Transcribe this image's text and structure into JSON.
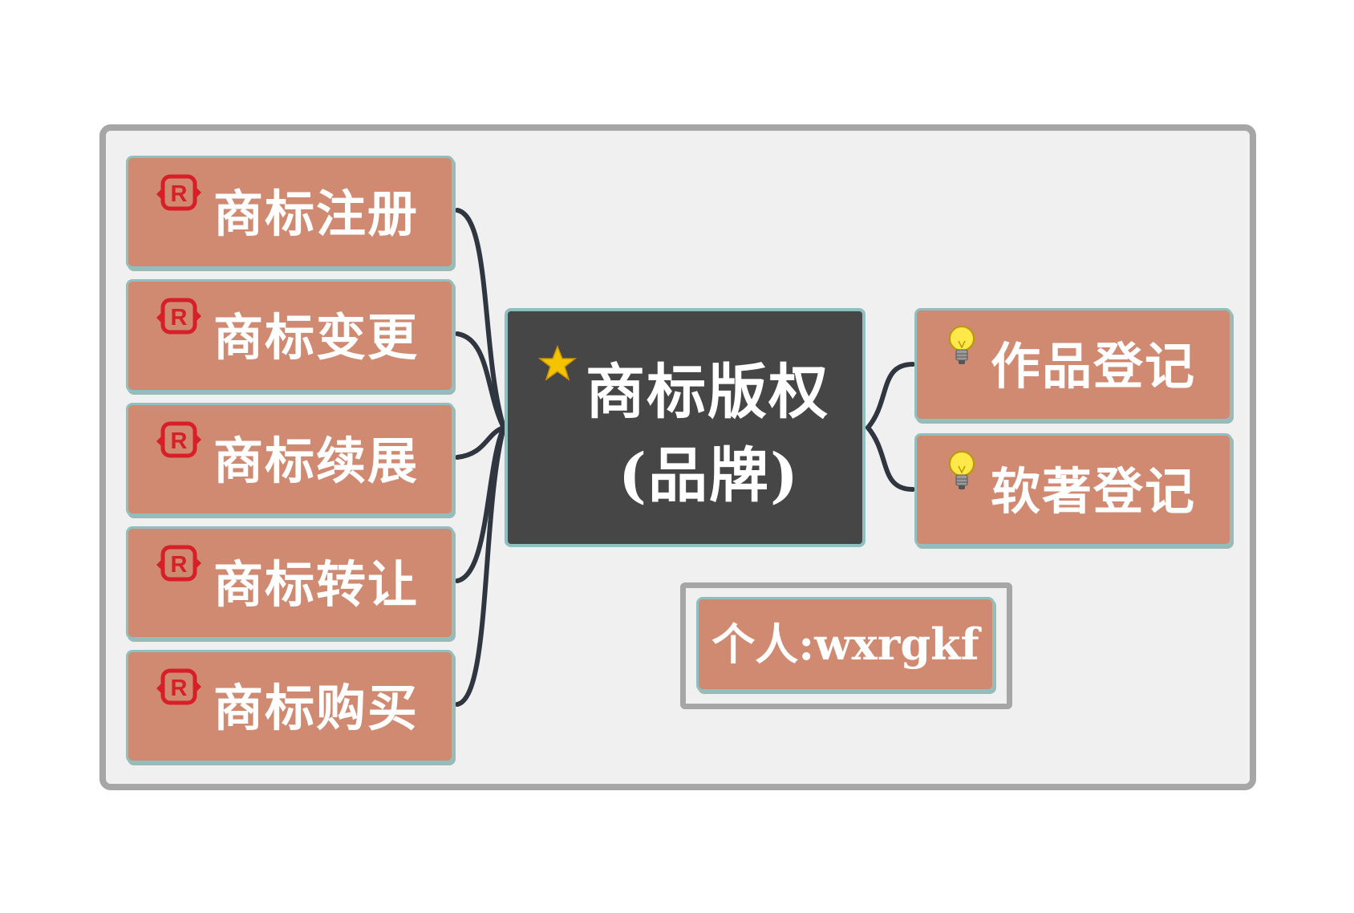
{
  "diagram": {
    "root": {
      "line1": "商标版权",
      "line2": "(品牌)",
      "icon": "star-icon"
    },
    "left_branches": [
      {
        "label": "商标注册",
        "icon": "registered-trademark-icon"
      },
      {
        "label": "商标变更",
        "icon": "registered-trademark-icon"
      },
      {
        "label": "商标续展",
        "icon": "registered-trademark-icon"
      },
      {
        "label": "商标转让",
        "icon": "registered-trademark-icon"
      },
      {
        "label": "商标购买",
        "icon": "registered-trademark-icon"
      }
    ],
    "right_branches": [
      {
        "label": "作品登记",
        "icon": "lightbulb-icon"
      },
      {
        "label": "软著登记",
        "icon": "lightbulb-icon"
      }
    ],
    "credit": {
      "label": "个人:wxrgkf"
    }
  },
  "colors": {
    "node_fill": "#d08a72",
    "node_border": "#8fc0bf",
    "root_fill": "#464646",
    "connector": "#2f3640",
    "frame_border": "#a6a6a6",
    "frame_fill": "#f0f0f0",
    "icon_red": "#d61f26",
    "star": "#f5c400",
    "bulb": "#ffe94a"
  }
}
